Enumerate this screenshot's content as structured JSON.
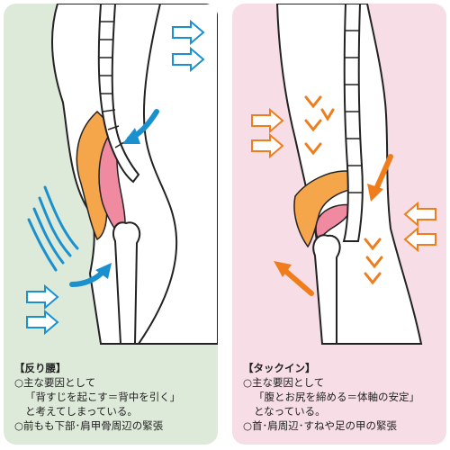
{
  "colors": {
    "left_bg": "#dde9d9",
    "right_bg": "#f7dde6",
    "body_fill": "#ffffff",
    "muscle_orange": "#f5a54a",
    "muscle_pink": "#f08aa0",
    "arrow_blue": "#1a90cf",
    "arrow_orange": "#ef7d1c",
    "outline": "#222222"
  },
  "left": {
    "title": "【反り腰】",
    "cause_label": "○主な要因として",
    "cause_quote": "「背すじを起こす＝背中を引く」",
    "cause_tail": "と考えてしまっている。",
    "tension": "○前もも下部･肩甲骨周辺の緊張"
  },
  "right": {
    "title": "【タックイン】",
    "cause_label": "○主な要因として",
    "cause_quote": "「腹とお尻を締める＝体軸の安定」",
    "cause_tail": "となっている。",
    "tension": "○首･肩周辺･すねや足の甲の緊張"
  }
}
